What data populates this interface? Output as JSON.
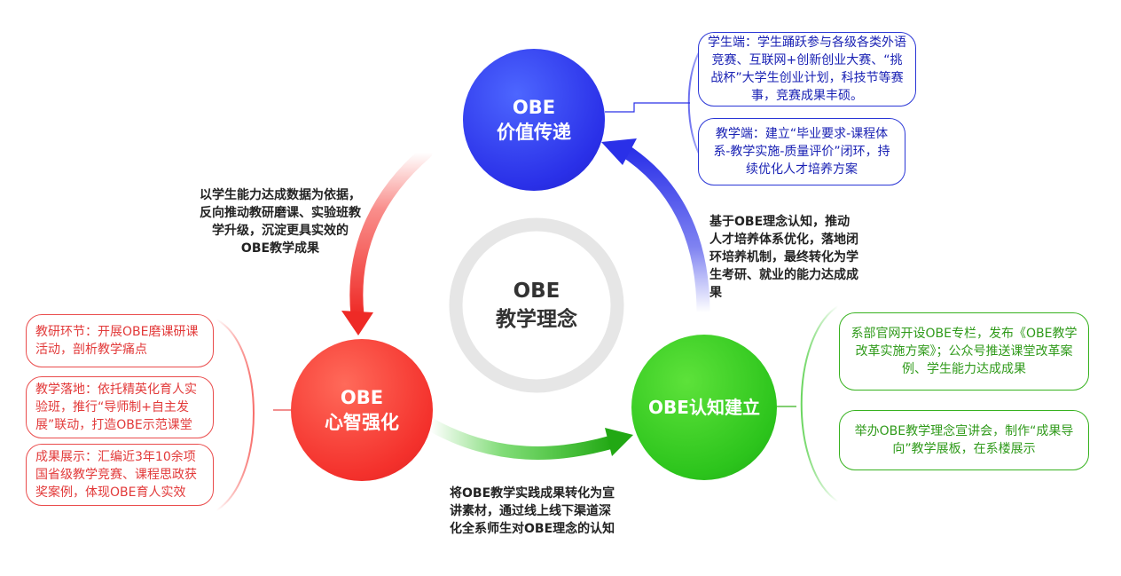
{
  "center": {
    "line1": "OBE",
    "line2": "教学理念"
  },
  "nodes": {
    "value": {
      "line1": "OBE",
      "line2": "价值传递",
      "color": "#2a30e8"
    },
    "mind": {
      "line1": "OBE",
      "line2": "心智强化",
      "color": "#f4312c"
    },
    "cognition": {
      "label": "OBE认知建立",
      "color": "#2cc41c"
    }
  },
  "captions": {
    "red_arrow": "以学生能力达成数据为依据，反向推动教研磨课、实验班教学升级，沉淀更具实效的OBE教学成果",
    "blue_arrow": "基于OBE理念认知，推动人才培养体系优化，落地闭环培养机制，最终转化为学生考研、就业的能力达成成果",
    "green_arrow": "将OBE教学实践成果转化为宣讲素材，通过线上线下渠道深化全系师生对OBE理念的认知"
  },
  "value_boxes": [
    "学生端：学生踊跃参与各级各类外语竞赛、互联网+创新创业大赛、“挑战杯”大学生创业计划，科技节等赛事，竞赛成果丰硕。",
    "教学端：建立“毕业要求-课程体系-教学实施-质量评价”闭环，持续优化人才培养方案"
  ],
  "mind_boxes": [
    "教研环节：开展OBE磨课研课活动，剖析教学痛点",
    "教学落地：依托精英化育人实验班，推行“导师制+自主发展”联动，打造OBE示范课堂",
    "成果展示：汇编近3年10余项国省级教学竞赛、课程思政获奖案例，体现OBE育人实效"
  ],
  "cognition_boxes": [
    "系部官网开设OBE专栏，发布《OBE教学改革实施方案》；公众号推送课堂改革案例、学生能力达成成果",
    "举办OBE教学理念宣讲会，制作“成果导向”教学展板，在系楼展示"
  ],
  "colors": {
    "blue": "#2a30e8",
    "red": "#f4312c",
    "green": "#2cc41c",
    "ring": "#e6e6e6"
  }
}
